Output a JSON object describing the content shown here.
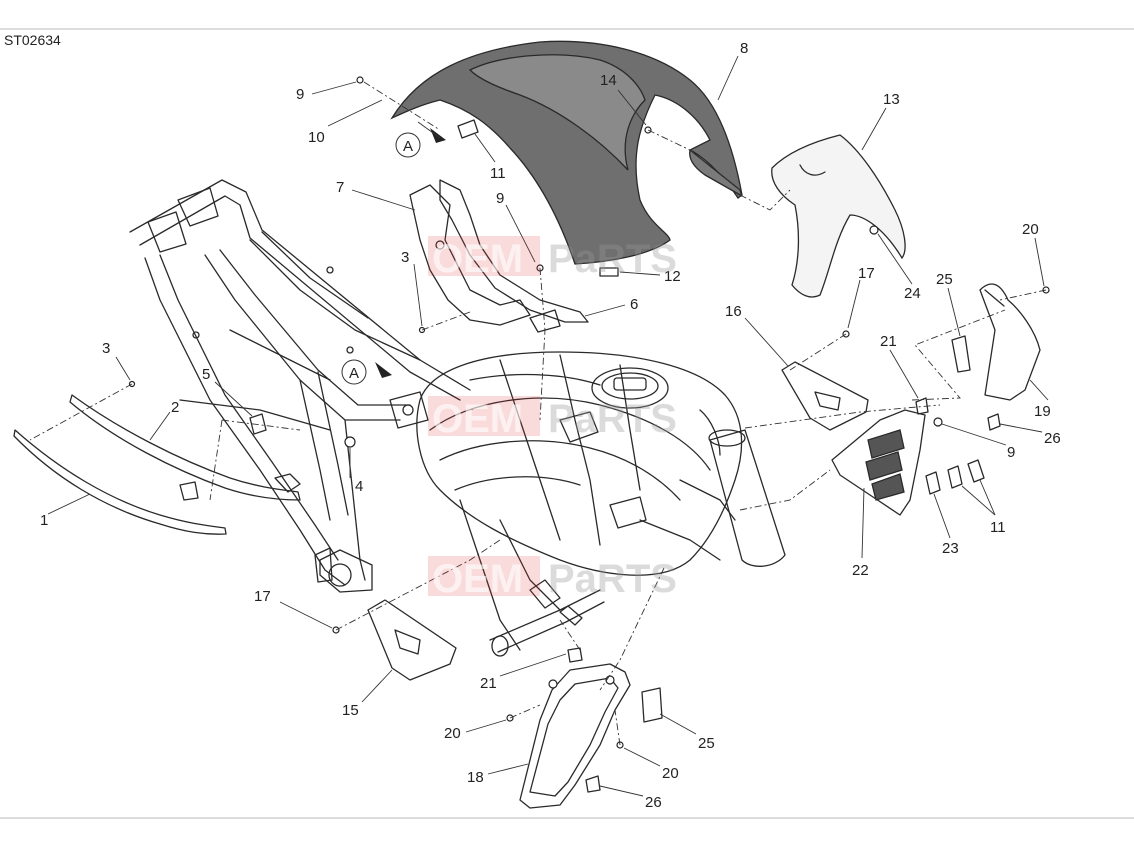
{
  "diagram": {
    "code": "ST02634",
    "view_markers": [
      "A",
      "A"
    ],
    "callouts": [
      "1",
      "2",
      "3",
      "3",
      "4",
      "5",
      "6",
      "7",
      "8",
      "9",
      "9",
      "9",
      "10",
      "11",
      "11",
      "12",
      "13",
      "14",
      "15",
      "16",
      "17",
      "17",
      "18",
      "19",
      "20",
      "20",
      "20",
      "21",
      "21",
      "22",
      "23",
      "24",
      "25",
      "25",
      "26",
      "26"
    ],
    "watermark": [
      "OEM",
      "PaRTS"
    ]
  }
}
